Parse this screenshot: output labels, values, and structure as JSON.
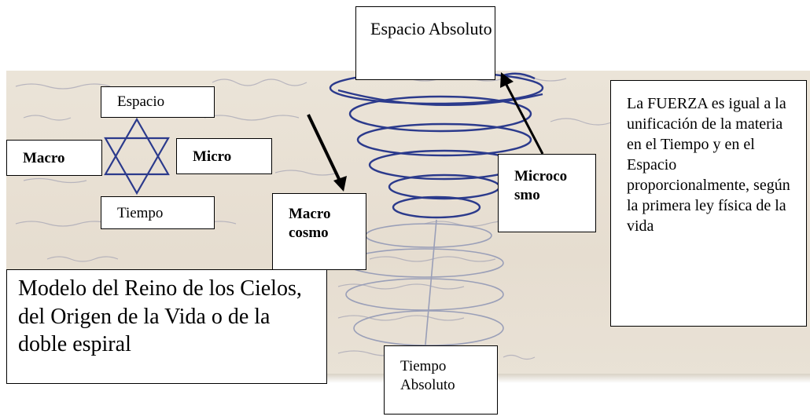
{
  "boxes": {
    "espacio_absoluto": "Espacio Absoluto",
    "espacio": "Espacio",
    "macro": "Macro",
    "micro": "Micro",
    "tiempo": "Tiempo",
    "macrocosmo": "Macro cosmo",
    "microcosmo": "Microco smo",
    "fuerza": "La FUERZA es igual a la unificación de la materia en el Tiempo y en el Espacio proporcionalmente, según la primera ley física de la vida",
    "modelo": "Modelo del Reino de los Cielos, del Origen de la Vida o de la doble espiral",
    "tiempo_absoluto": "Tiempo Absoluto"
  },
  "colors": {
    "ink": "#2b3a8c",
    "paper": "#e8e0d4",
    "faint_ink": "#9a9fb8"
  }
}
